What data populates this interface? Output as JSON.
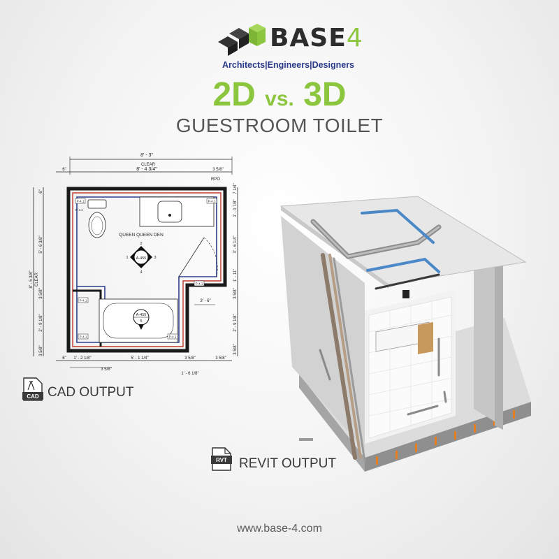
{
  "brand": {
    "name": "BASE",
    "number": "4",
    "tagline": "Architects|Engineers|Designers",
    "accent_color": "#8cc63f",
    "logo_icon": "isometric-cubes-logo"
  },
  "headline": {
    "left": "2D",
    "vs": "vs.",
    "right": "3D"
  },
  "subheadline": "GUESTROOM TOILET",
  "floor_plan": {
    "room_label": "QUEEN QUEEN DEN",
    "dims": {
      "overall": "8' - 3\"",
      "clear": "CLEAR",
      "inner": "8' - 4 3/4\"",
      "left_small": "6\"",
      "right_small": "3 5/8\"",
      "tag": "RPO",
      "left_total": "8' - 5 3/8\"",
      "left_clear": "CLEAR",
      "left_upper": "5' - 6 3/8\"",
      "left_mid": "3 5/8\"",
      "left_lower": "2' - 9 1/8\"",
      "left_bottom": "3 5/8\"",
      "left_top": "6\"",
      "right_a": "1' - 0 7/8\"",
      "right_b": "3' - 6 1/4\"",
      "right_c": "1' - 11\"",
      "right_d": "3 5/8\"",
      "right_e": "2' - 9 1/8\"",
      "right_f": "3 5/8\"",
      "right_top": "7 1/4\"",
      "mid_dim": "3' - 6\"",
      "bot_a": "6\"",
      "bot_b": "1' - 2 1/8\"",
      "bot_c": "5' - 1 1/4\"",
      "bot_d": "3 5/8\"",
      "bot_e": "3 5/8\"",
      "bot_f": "3 5/8\"",
      "bot_g": "1' - 6 1/8\""
    },
    "elevation_marker": {
      "ref": "A-455",
      "n1": "1",
      "n2": "2",
      "n3": "3",
      "n4": "4"
    },
    "section_marker": {
      "ref": "A-455",
      "n": "5"
    },
    "tags": [
      "P-4.1",
      "P-4.1",
      "P-4.1",
      "P-4.1",
      "P-4.1",
      "P-4.1",
      "P-4.1"
    ]
  },
  "cad": {
    "badge": "CAD",
    "label": "CAD OUTPUT",
    "icon": "compass-file-icon"
  },
  "revit": {
    "badge": "RVT",
    "label": "REVIT OUTPUT",
    "icon": "file-icon"
  },
  "website": "www.base-4.com"
}
